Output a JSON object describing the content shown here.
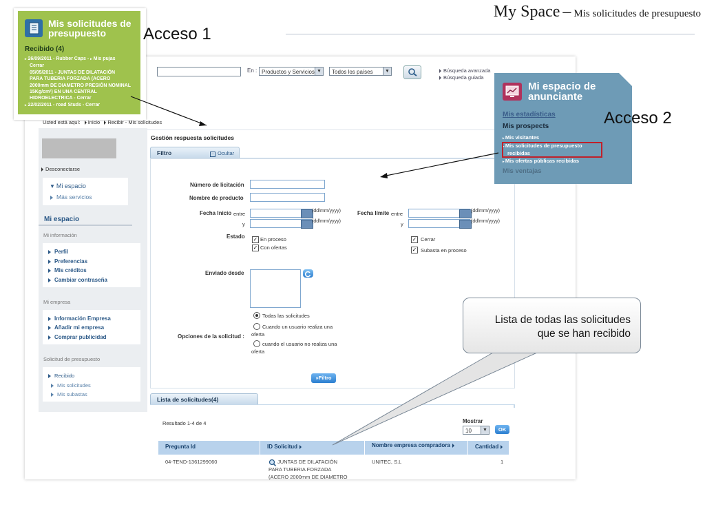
{
  "slide": {
    "title_main": "My Space",
    "title_dash": "–",
    "title_sub": "Mis solicitudes de presupuesto",
    "acceso1": "Acceso 1",
    "acceso2": "Acceso 2"
  },
  "popup_solicitudes": {
    "title_line1": "Mis solicitudes de",
    "title_line2": "presupuesto",
    "received": "Recibido (4)",
    "items": [
      {
        "line1": "26/09/2011  -  Rubber Caps  -",
        "extra": "Mis pujas",
        "line2": "Cerrar"
      },
      {
        "line1": "05/05/2011  -  JUNTAS DE DILATACIÓN",
        "line2": "PARA TUBERIA FORZADA (ACERO",
        "line3": "2000mm DE DIAMETRO PRESIÓN NOMINAL",
        "line4": "15Kg/cm²) EN UNA CENTRAL",
        "line5": "HIDROELECTRICA  -  Cerrar"
      },
      {
        "line1": "22/02/2011  -  road Studs  -  Cerrar"
      }
    ],
    "icon": "document-stack-icon"
  },
  "popup_anunciante": {
    "title_line1": "Mi espacio de",
    "title_line2": "anunciante",
    "stats": "Mis estadísticas",
    "prospects": "Mis prospects",
    "visitors": "Mis visitantes",
    "solicitudes_line1": "Mis solicitudes de presupuesto",
    "solicitudes_line2": "recibidas",
    "ofertas": "Mis ofertas públicas recibidas",
    "ventas": "Mis ventajas",
    "icon": "monitor-chart-icon"
  },
  "search": {
    "en_label": "En :",
    "select1": "Productos y Servicios",
    "select2": "Todos los países",
    "advanced": "Búsqueda avanzada",
    "guided": "Búsqueda guiada"
  },
  "breadcrumb": {
    "prefix": "Usted está aquí:",
    "home": "Inicio",
    "current": "Recibir - Mis solicitudes"
  },
  "left": {
    "logout": "Desconectarse",
    "my_space": "Mi espacio",
    "more_services": "Más servicios",
    "section_title": "Mi espacio",
    "info_head": "Mi información",
    "info_links": [
      "Perfil",
      "Preferencias",
      "Mis créditos",
      "Cambiar contraseña"
    ],
    "company_head": "Mi empresa",
    "company_links": [
      "Información Empresa",
      "Añadir mi empresa",
      "Comprar publicidad"
    ],
    "quote_head": "Solicitud de presupuesto",
    "quote_links": [
      "Recibido",
      "Mis solicitudes",
      "Mis subastas"
    ]
  },
  "form": {
    "page_title": "Gestión respuesta solicitudes",
    "tab_filtro": "Filtro",
    "hide": "Ocultar",
    "num_licitacion": "Número de licitación",
    "nombre_producto": "Nombre de producto",
    "fecha_inicio": "Fecha Inicio",
    "entre": "entre",
    "y": "y",
    "fecha_limite": "Fecha límite",
    "date_fmt": "(dd/mm/yyyy)",
    "estado": "Estado",
    "estado_opts": [
      "En proceso",
      "Con ofertas",
      "Cerrar",
      "Subasta en proceso"
    ],
    "enviado_desde": "Enviado desde",
    "opciones": "Opciones de la solicitud :",
    "radio_opts": [
      "Todas las solicitudes",
      "Cuando un usuario realiza una",
      "oferta",
      "cuando el usuario no realiza una",
      "oferta"
    ],
    "filter_btn": "»Filtro"
  },
  "results": {
    "tab": "Lista de solicitudes(4)",
    "count": "Resultado 1-4 de 4",
    "mostrar": "Mostrar",
    "page_size": "10",
    "ok": "OK",
    "columns": [
      "Pregunta Id",
      "ID Solicitud",
      "Nombre empresa compradora",
      "Cantidad"
    ],
    "row": {
      "id": "04-TEND-1361299060",
      "sol_line1": "JUNTAS DE DILATACIÓN",
      "sol_line2": "PARA TUBERIA FORZADA",
      "sol_line3": "(ACERO 2000mm DE DIAMETRO",
      "company": "UNITEC, S.L",
      "qty": "1"
    }
  },
  "callout": {
    "line1": "Lista de todas las solicitudes",
    "line2": "que se han recibido"
  },
  "colors": {
    "green_popup": "#9fc24d",
    "blue_popup": "#6e9bb6",
    "link_blue": "#2d5a88",
    "highlight_red": "#c0202a"
  }
}
